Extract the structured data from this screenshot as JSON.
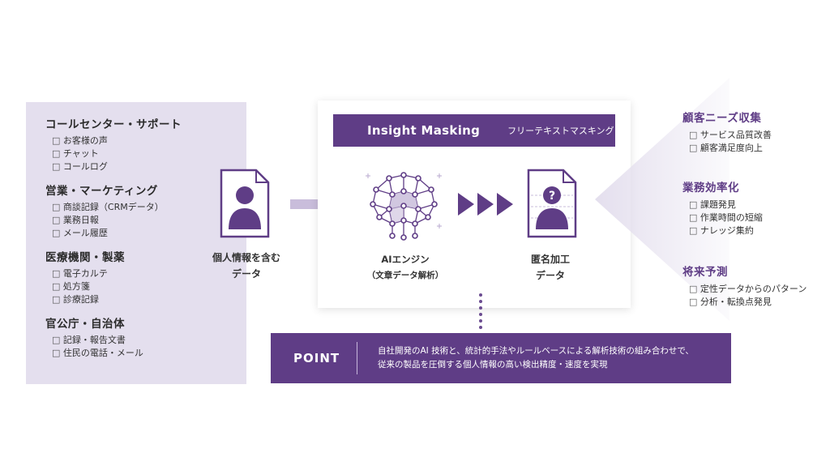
{
  "sources": [
    {
      "title": "コールセンター・サポート",
      "items": [
        "お客様の声",
        "チャット",
        "コールログ"
      ]
    },
    {
      "title": "営業・マーケティング",
      "items": [
        "商談記録（CRMデータ）",
        "業務日報",
        "メール履歴"
      ]
    },
    {
      "title": "医療機関・製薬",
      "items": [
        "電子カルテ",
        "処方箋",
        "診療記録"
      ]
    },
    {
      "title": "官公庁・自治体",
      "items": [
        "記録・報告文書",
        "住民の電話・メール"
      ]
    }
  ],
  "input_doc": {
    "line1": "個人情報を含む",
    "line2": "データ"
  },
  "engine": {
    "title": "Insight Masking",
    "subtitle": "フリーテキストマスキング",
    "ai_line1": "AIエンジン",
    "ai_line2": "（文章データ解析）"
  },
  "output_doc": {
    "line1": "匿名加工",
    "line2": "データ"
  },
  "point": {
    "label": "POINT",
    "line1": "自社開発のAI 技術と、統計的手法やルールベースによる解析技術の組み合わせで、",
    "line2": "従来の製品を圧倒する個人情報の高い検出精度・速度を実現"
  },
  "outcomes": [
    {
      "title": "顧客ニーズ収集",
      "items": [
        "サービス品質改善",
        "顧客満足度向上"
      ]
    },
    {
      "title": "業務効率化",
      "items": [
        "課題発見",
        "作業時間の短縮",
        "ナレッジ集約"
      ]
    },
    {
      "title": "将来予測",
      "items": [
        "定性データからのパターン",
        "分析・転換点発見"
      ]
    }
  ],
  "colors": {
    "purple": "#5f3d86",
    "lavender": "#e4dfee",
    "light_purple": "#c9bddb"
  }
}
